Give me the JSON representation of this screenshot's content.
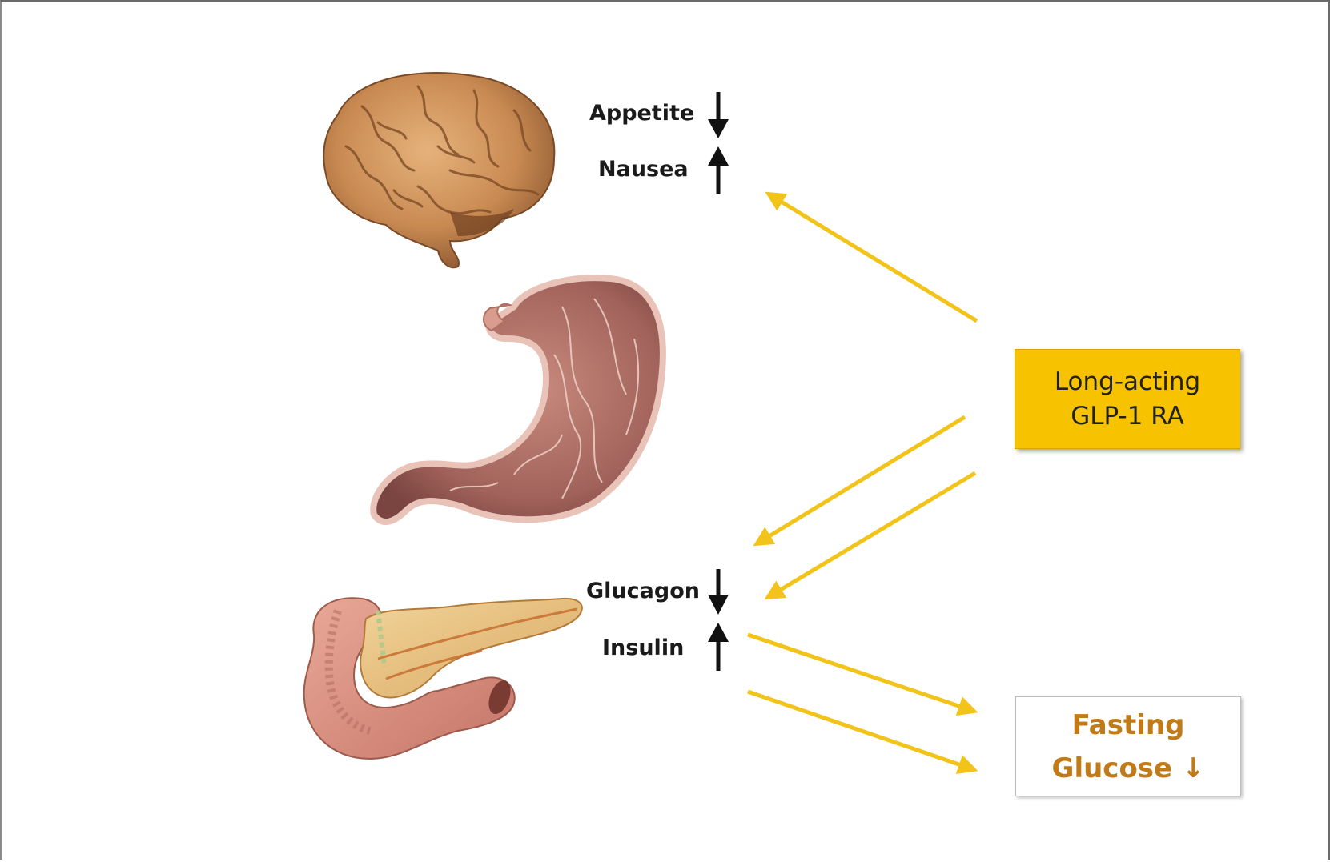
{
  "effects": {
    "appetite": "Appetite",
    "nausea": "Nausea",
    "glucagon": "Glucagon",
    "insulin": "Insulin"
  },
  "drug": {
    "line1": "Long-acting",
    "line2": "GLP-1 RA"
  },
  "outcome": {
    "line1": "Fasting",
    "line2": "Glucose",
    "arrow": "↓"
  },
  "colors": {
    "arrow": "#f2c318",
    "drug_box": "#f7c300",
    "outcome_text": "#c07a17",
    "effect_arrow": "#111111"
  },
  "icons": [
    "brain-illustration",
    "stomach-illustration",
    "pancreas-illustration",
    "down-arrow-icon",
    "up-arrow-icon"
  ]
}
